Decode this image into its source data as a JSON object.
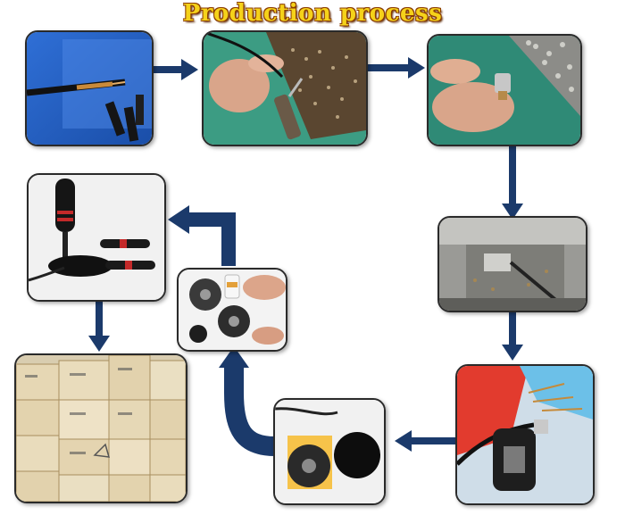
{
  "title": "Production process",
  "colors": {
    "arrow": "#1b3a6b",
    "title_fill": "#f5d21a",
    "title_outline": "#8a3b00"
  },
  "steps": [
    {
      "id": "cable-stripping",
      "icon": "cable-photo"
    },
    {
      "id": "soldering",
      "icon": "soldering-photo"
    },
    {
      "id": "connector-crimping",
      "icon": "connector-photo"
    },
    {
      "id": "machining",
      "icon": "lathe-photo"
    },
    {
      "id": "connector-assembly",
      "icon": "assembly-photo"
    },
    {
      "id": "base-assembly",
      "icon": "magnet-base-photo"
    },
    {
      "id": "adhesive-application",
      "icon": "glue-photo"
    },
    {
      "id": "finished-antenna",
      "icon": "antenna-photo"
    },
    {
      "id": "packaging",
      "icon": "cartons-photo"
    }
  ]
}
